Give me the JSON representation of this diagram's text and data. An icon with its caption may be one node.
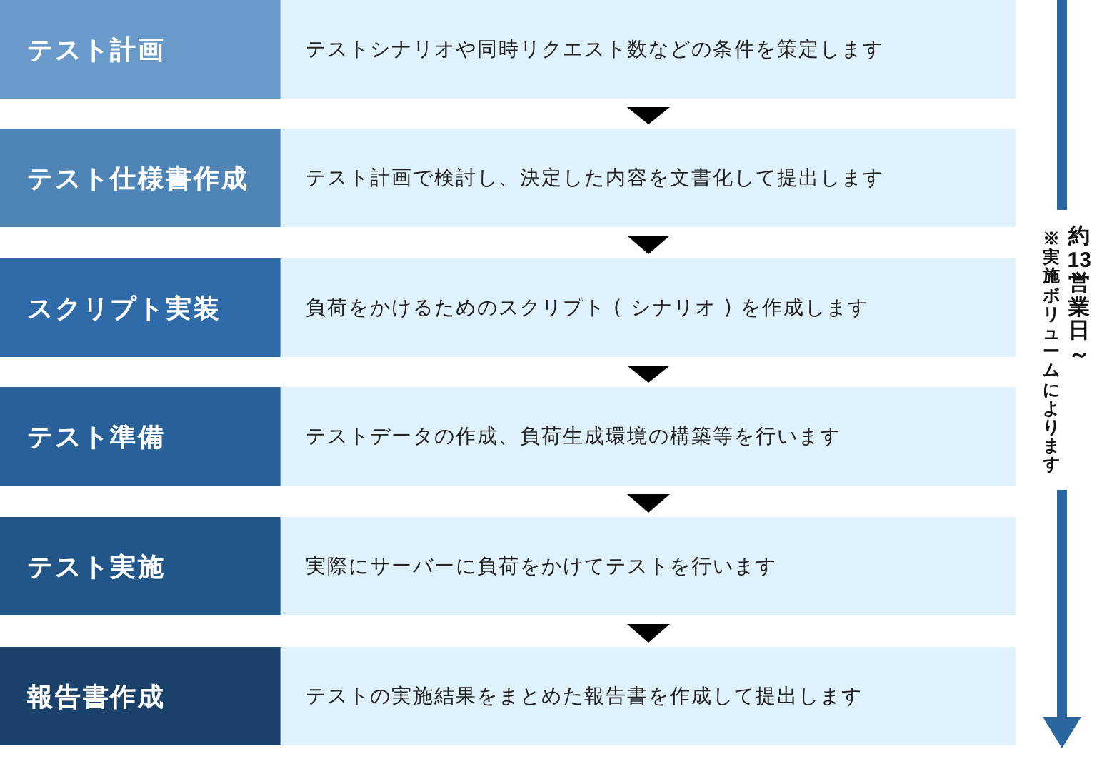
{
  "diagram": {
    "nodes": [
      {
        "text": [
          "テスト計画",
          "テストシナリオや同時リクエスト数などの条件を策定します"
        ]
      },
      {
        "text": [
          "テスト仕様書作成",
          "テスト計画で検討し、決定した内容を文書化して提出します"
        ]
      },
      {
        "text": [
          "スクリプト実装",
          "負荷をかけるためのスクリプト ( シナリオ ) を作成します"
        ]
      },
      {
        "text": [
          "テスト準備",
          "テストデータの作成、負荷生成環境の構築等を行います"
        ]
      },
      {
        "text": [
          "テスト実施",
          "実際にサーバーに負荷をかけてテストを行います"
        ]
      },
      {
        "text": [
          "報告書作成",
          "テストの実施結果をまとめた報告書を作成して提出します"
        ]
      }
    ],
    "edges": [
      {
        "from": 0,
        "to": 1,
        "arrow": "to"
      },
      {
        "from": 1,
        "to": 2,
        "arrow": "to"
      },
      {
        "from": 2,
        "to": 3,
        "arrow": "to"
      },
      {
        "from": 3,
        "to": 4,
        "arrow": "to"
      },
      {
        "from": 4,
        "to": 5,
        "arrow": "to"
      }
    ],
    "labels": [
      "約13営業日～",
      "※実施ボリュームによります"
    ]
  }
}
